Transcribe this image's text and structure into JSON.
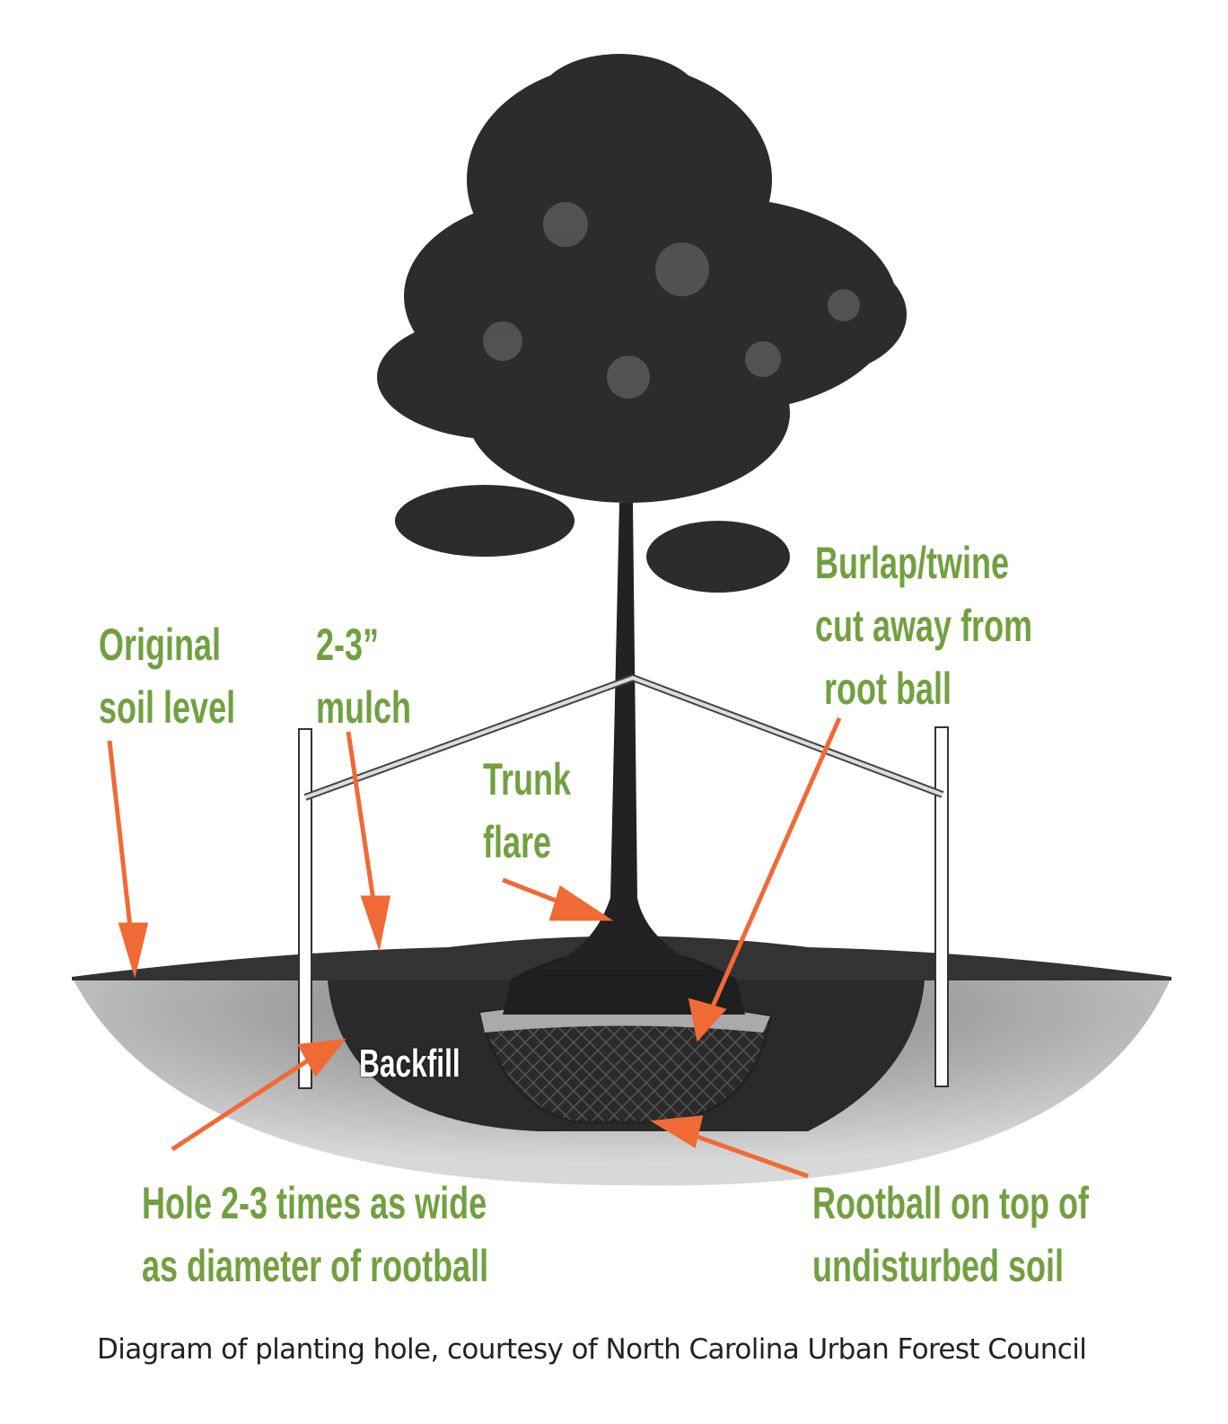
{
  "labels": {
    "original_soil": [
      "Original",
      "soil level"
    ],
    "mulch": [
      "2-3”",
      "mulch"
    ],
    "trunk_flare": [
      "Trunk",
      "flare"
    ],
    "burlap": [
      "Burlap/twine",
      "cut away from",
      " root ball"
    ],
    "backfill": "Backfill",
    "hole": [
      "Hole 2-3 times as wide",
      "as diameter of rootball"
    ],
    "rootball": [
      "Rootball on top of",
      "undisturbed soil"
    ]
  },
  "caption": "Diagram of planting hole, courtesy of North Carolina Urban Forest Council",
  "colors": {
    "label_green": "#72a041",
    "arrow_orange": "#f06a35"
  }
}
